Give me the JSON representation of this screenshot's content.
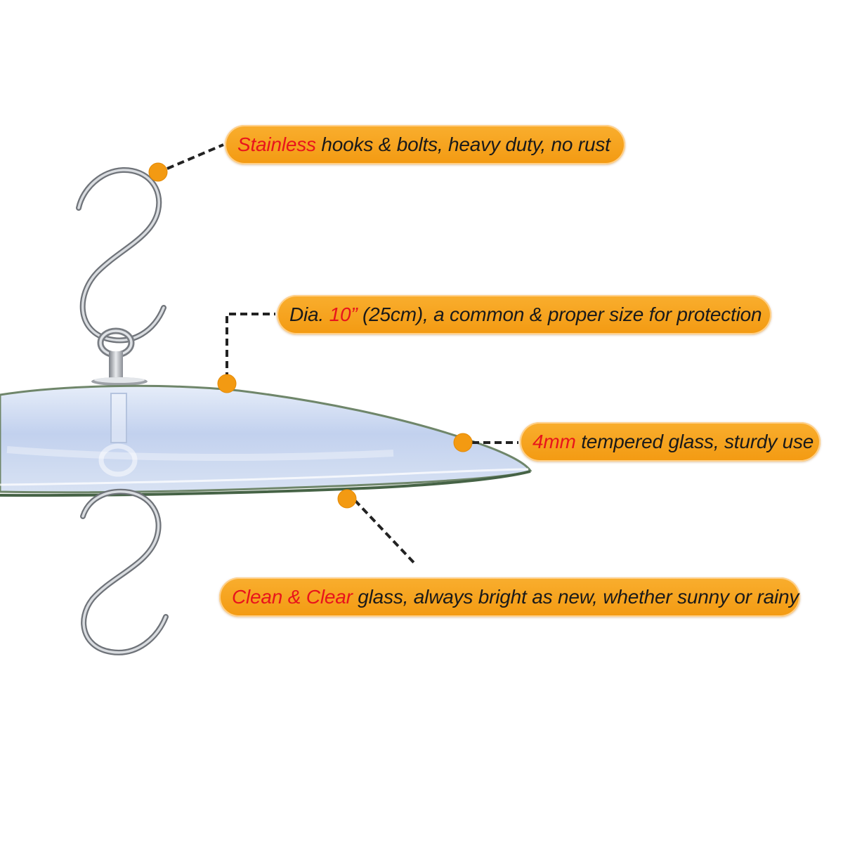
{
  "callouts": [
    {
      "id": "hooks",
      "highlight": "Stainless",
      "text": " hooks & bolts, heavy duty, no rust"
    },
    {
      "id": "diameter",
      "prefix": "Dia. ",
      "highlight": "10”",
      "text": " (25cm), a common & proper size for protection"
    },
    {
      "id": "glass",
      "highlight": "4mm",
      "text": " tempered glass, sturdy use"
    },
    {
      "id": "clear",
      "highlight": "Clean & Clear",
      "text": " glass, always bright as new, whether sunny or rainy"
    }
  ],
  "colors": {
    "callout_fill": "#f5a11c",
    "highlight_text": "#e8141c",
    "marker_dot": "#f39a12",
    "glass_tint": "#cdd9ef",
    "glass_edge": "#5f7a58",
    "hook_metal": "#a9adb2"
  }
}
